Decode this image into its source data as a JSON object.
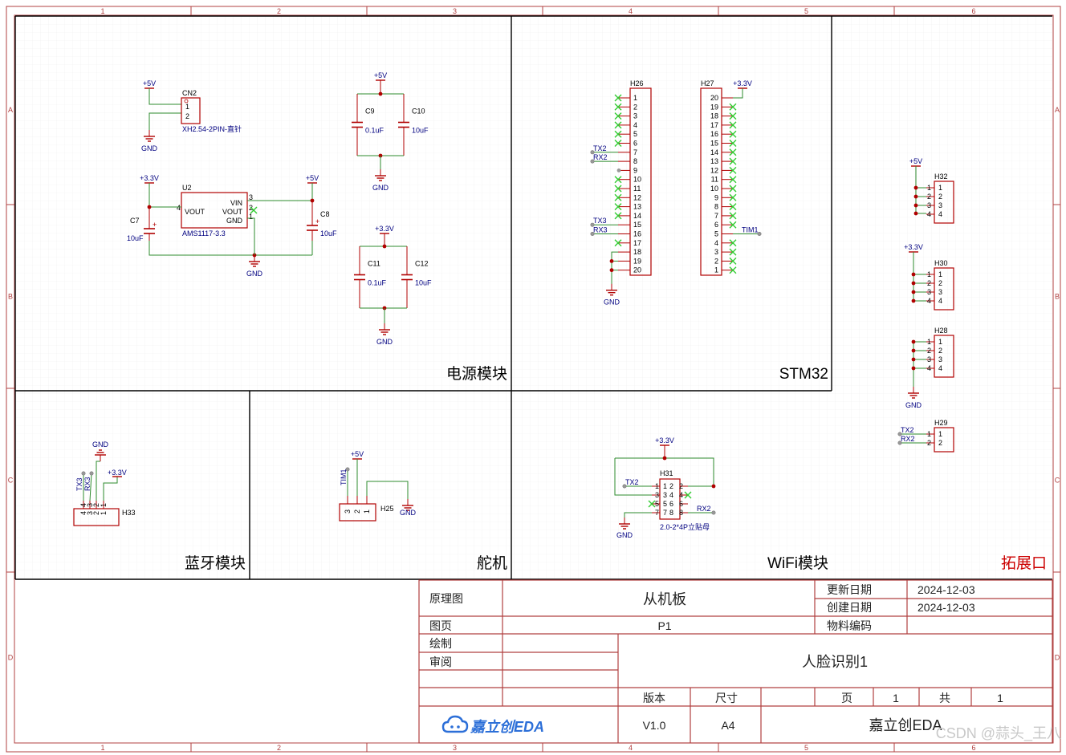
{
  "colors": {
    "frame": "#b04040",
    "wire": "#2e8b2e",
    "part": "#b00000",
    "label": "#000080",
    "pinText": "#000000",
    "noconnect": "#33cc33",
    "section": "#000000",
    "ext": "#cc0000",
    "logo": "#2c6fd8",
    "grid": "#eeeeee"
  },
  "ruler": {
    "cols": [
      "1",
      "2",
      "3",
      "4",
      "5",
      "6"
    ],
    "rows": [
      "A",
      "B",
      "C",
      "D"
    ]
  },
  "sections": {
    "power": "电源模块",
    "stm32": "STM32",
    "ext": "拓展口",
    "bt": "蓝牙模块",
    "servo": "舵机",
    "wifi": "WiFi模块"
  },
  "nets": {
    "p5v": "+5V",
    "p33v": "+3.3V",
    "gnd": "GND",
    "tx2": "TX2",
    "rx2": "RX2",
    "tx3": "TX3",
    "rx3": "RX3",
    "tim1": "TIM1"
  },
  "parts": {
    "cn2": {
      "ref": "CN2",
      "value": "XH2.54-2PIN-直针",
      "pins": [
        "1",
        "2"
      ]
    },
    "u2": {
      "ref": "U2",
      "value": "AMS1117-3.3",
      "vout": "VOUT",
      "vin": "VIN",
      "vout2": "VOUT",
      "gnd": "GND",
      "pin4": "4",
      "pin3": "3",
      "pin2": "2",
      "pin1": "1"
    },
    "c7": {
      "ref": "C7",
      "value": "10uF"
    },
    "c8": {
      "ref": "C8",
      "value": "10uF"
    },
    "c9": {
      "ref": "C9",
      "value": "0.1uF"
    },
    "c10": {
      "ref": "C10",
      "value": "10uF"
    },
    "c11": {
      "ref": "C11",
      "value": "0.1uF"
    },
    "c12": {
      "ref": "C12",
      "value": "10uF"
    },
    "h26": {
      "ref": "H26",
      "pins": [
        "1",
        "2",
        "3",
        "4",
        "5",
        "6",
        "7",
        "8",
        "9",
        "10",
        "11",
        "12",
        "13",
        "14",
        "15",
        "16",
        "17",
        "18",
        "19",
        "20"
      ]
    },
    "h27": {
      "ref": "H27",
      "pins": [
        "20",
        "19",
        "18",
        "17",
        "16",
        "15",
        "14",
        "13",
        "12",
        "11",
        "10",
        "9",
        "8",
        "7",
        "6",
        "5",
        "4",
        "3",
        "2",
        "1"
      ]
    },
    "h32": {
      "ref": "H32",
      "pins": [
        "1",
        "2",
        "3",
        "4"
      ]
    },
    "h30": {
      "ref": "H30",
      "pins": [
        "1",
        "2",
        "3",
        "4"
      ]
    },
    "h28": {
      "ref": "H28",
      "pins": [
        "1",
        "2",
        "3",
        "4"
      ]
    },
    "h29": {
      "ref": "H29",
      "pins": [
        "1",
        "2"
      ]
    },
    "h33": {
      "ref": "H33",
      "pins": [
        "4",
        "3",
        "2",
        "1"
      ]
    },
    "h25": {
      "ref": "H25",
      "pins": [
        "3",
        "2",
        "1"
      ]
    },
    "h31": {
      "ref": "H31",
      "value": "2.0-2*4P立贴母",
      "pinsL": [
        "1",
        "3",
        "5",
        "7"
      ],
      "pinsR": [
        "2",
        "4",
        "6",
        "8"
      ]
    }
  },
  "titleBlock": {
    "schematicLabel": "原理图",
    "boardName": "从机板",
    "updateLabel": "更新日期",
    "updateDate": "2024-12-03",
    "createLabel": "创建日期",
    "createDate": "2024-12-03",
    "pageLabel": "图页",
    "pageValue": "P1",
    "materialLabel": "物料编码",
    "drawLabel": "绘制",
    "reviewLabel": "审阅",
    "projectName": "人脸识别1",
    "versionLabel": "版本",
    "versionValue": "V1.0",
    "sizeLabel": "尺寸",
    "sizeValue": "A4",
    "pageNumLabel": "页",
    "pageNum": "1",
    "totalLabel": "共",
    "totalNum": "1",
    "logoText": "嘉立创EDA",
    "company": "嘉立创EDA"
  },
  "watermark": "CSDN @蒜头_王八"
}
